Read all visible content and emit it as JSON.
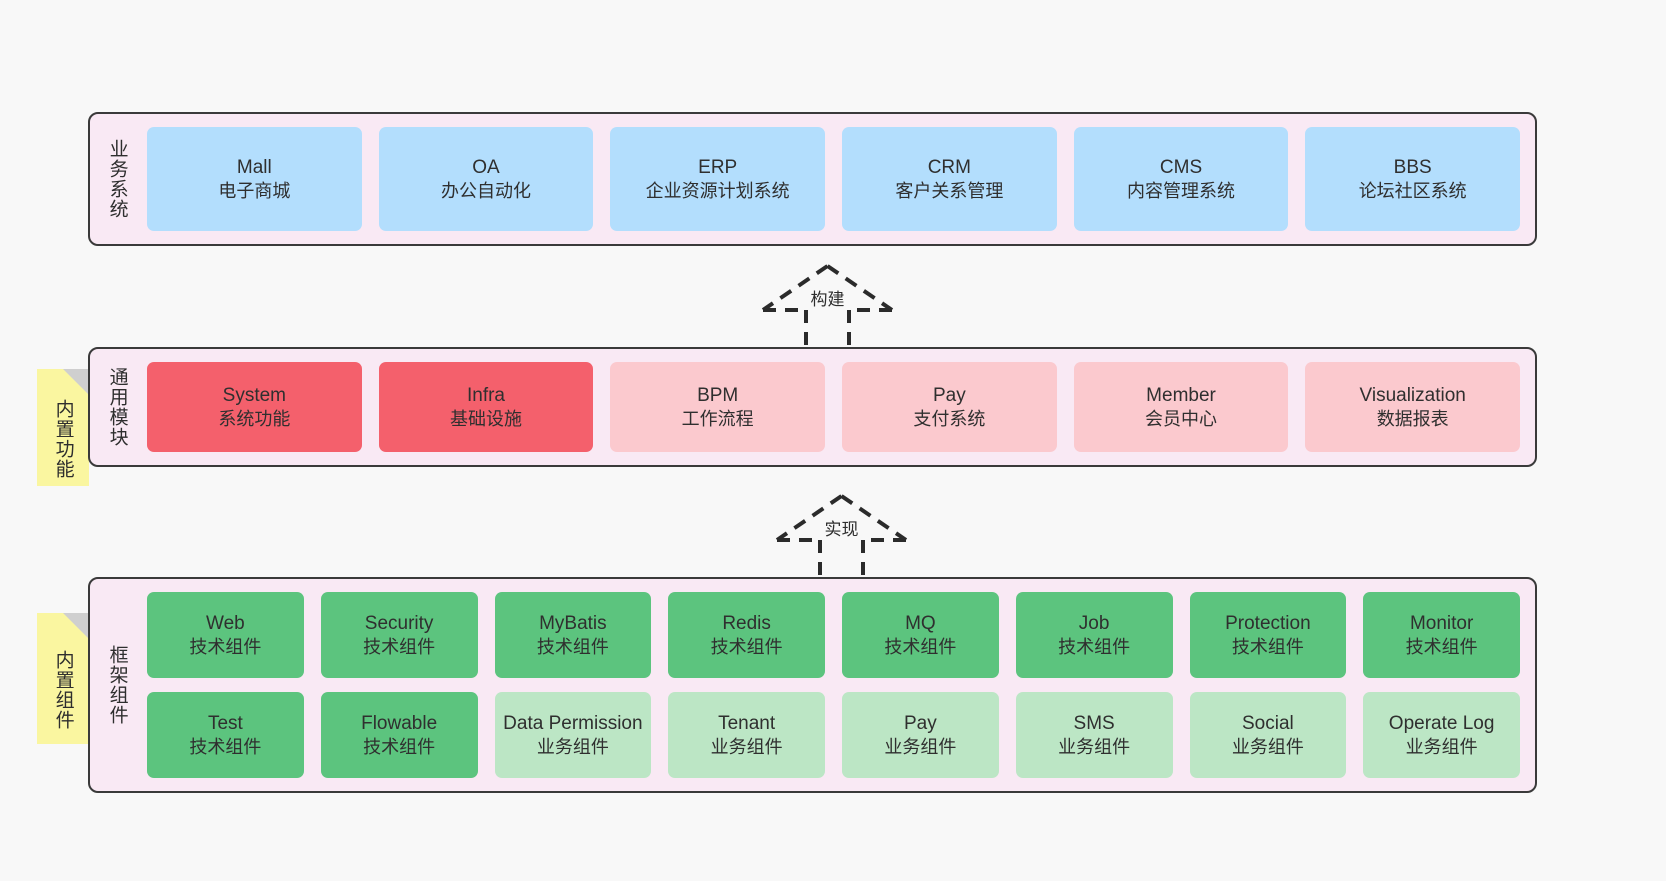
{
  "layers": [
    {
      "id": "business-systems",
      "title": "业务系统",
      "rows": [
        {
          "boxes": [
            {
              "title": "Mall",
              "sub": "电子商城",
              "color": "#B3DEFD"
            },
            {
              "title": "OA",
              "sub": "办公自动化",
              "color": "#B3DEFD"
            },
            {
              "title": "ERP",
              "sub": "企业资源计划系统",
              "color": "#B3DEFD"
            },
            {
              "title": "CRM",
              "sub": "客户关系管理",
              "color": "#B3DEFD"
            },
            {
              "title": "CMS",
              "sub": "内容管理系统",
              "color": "#B3DEFD"
            },
            {
              "title": "BBS",
              "sub": "论坛社区系统",
              "color": "#B3DEFD"
            }
          ]
        }
      ]
    },
    {
      "id": "common-modules",
      "title": "通用模块",
      "note": "内置功能",
      "rows": [
        {
          "boxes": [
            {
              "title": "System",
              "sub": "系统功能",
              "color": "#F4606C"
            },
            {
              "title": "Infra",
              "sub": "基础设施",
              "color": "#F4606C"
            },
            {
              "title": "BPM",
              "sub": "工作流程",
              "color": "#FBC9CE"
            },
            {
              "title": "Pay",
              "sub": "支付系统",
              "color": "#FBC9CE"
            },
            {
              "title": "Member",
              "sub": "会员中心",
              "color": "#FBC9CE"
            },
            {
              "title": "Visualization",
              "sub": "数据报表",
              "color": "#FBC9CE"
            }
          ]
        }
      ]
    },
    {
      "id": "framework-components",
      "title": "框架组件",
      "note": "内置组件",
      "rows": [
        {
          "boxes": [
            {
              "title": "Web",
              "sub": "技术组件",
              "color": "#5CC47E"
            },
            {
              "title": "Security",
              "sub": "技术组件",
              "color": "#5CC47E"
            },
            {
              "title": "MyBatis",
              "sub": "技术组件",
              "color": "#5CC47E"
            },
            {
              "title": "Redis",
              "sub": "技术组件",
              "color": "#5CC47E"
            },
            {
              "title": "MQ",
              "sub": "技术组件",
              "color": "#5CC47E"
            },
            {
              "title": "Job",
              "sub": "技术组件",
              "color": "#5CC47E"
            },
            {
              "title": "Protection",
              "sub": "技术组件",
              "color": "#5CC47E"
            },
            {
              "title": "Monitor",
              "sub": "技术组件",
              "color": "#5CC47E"
            }
          ]
        },
        {
          "boxes": [
            {
              "title": "Test",
              "sub": "技术组件",
              "color": "#5CC47E"
            },
            {
              "title": "Flowable",
              "sub": "技术组件",
              "color": "#5CC47E"
            },
            {
              "title": "Data Permission",
              "sub": "业务组件",
              "color": "#BCE6C5"
            },
            {
              "title": "Tenant",
              "sub": "业务组件",
              "color": "#BCE6C5"
            },
            {
              "title": "Pay",
              "sub": "业务组件",
              "color": "#BCE6C5"
            },
            {
              "title": "SMS",
              "sub": "业务组件",
              "color": "#BCE6C5"
            },
            {
              "title": "Social",
              "sub": "业务组件",
              "color": "#BCE6C5"
            },
            {
              "title": "Operate Log",
              "sub": "业务组件",
              "color": "#BCE6C5"
            }
          ]
        }
      ]
    }
  ],
  "arrows": [
    {
      "id": "arrow-build",
      "label": "构建"
    },
    {
      "id": "arrow-implement",
      "label": "实现"
    }
  ],
  "colors": {
    "panel_background": "#F9E9F4",
    "panel_border": "#3A3A3A",
    "canvas_background": "#F8F8F8",
    "sticky_note": "#FAF6A0",
    "sticky_fold": "#CFCFCF",
    "business": "#B3DEFD",
    "module_core": "#F4606C",
    "module_optional": "#FBC9CE",
    "component_tech": "#5CC47E",
    "component_business": "#BCE6C5",
    "text": "#2F2F2F"
  }
}
